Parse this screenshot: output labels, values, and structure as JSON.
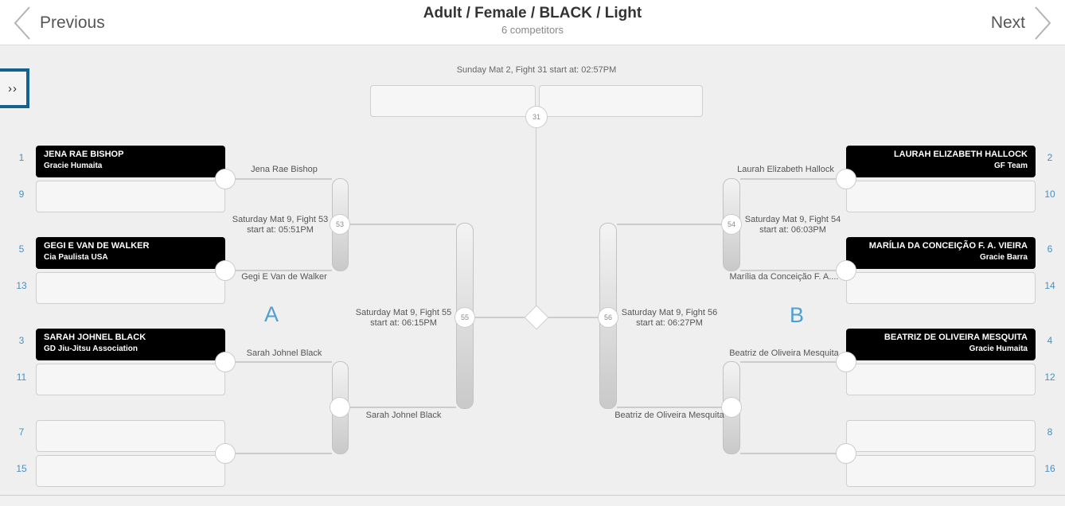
{
  "header": {
    "prev_label": "Previous",
    "next_label": "Next",
    "title": "Adult / Female / BLACK / Light",
    "subtitle": "6 competitors"
  },
  "toggle_icon": "››",
  "final": {
    "schedule": "Sunday Mat 2, Fight 31 start at: 02:57PM",
    "fight_no": "31"
  },
  "sections": {
    "a": "A",
    "b": "B"
  },
  "left": {
    "seeds": [
      "1",
      "9",
      "5",
      "13",
      "3",
      "11",
      "7",
      "15"
    ],
    "competitors": {
      "s1": {
        "name": "JENA RAE BISHOP",
        "team": "Gracie Humaita"
      },
      "s5": {
        "name": "GEGI E VAN DE WALKER",
        "team": "Cia Paulista USA"
      },
      "s3": {
        "name": "SARAH JOHNEL BLACK",
        "team": "GD Jiu-Jitsu Association"
      }
    },
    "fights": {
      "f53": {
        "no": "53",
        "line1": "Saturday Mat 9, Fight 53",
        "line2": "start at: 05:51PM"
      },
      "f55": {
        "no": "55",
        "line1": "Saturday Mat 9, Fight 55",
        "line2": "start at: 06:15PM"
      }
    },
    "advancers": {
      "quarter_top": "Jena Rae Bishop",
      "quarter_bottom": "Gegi E Van de Walker",
      "quarter2_top": "Sarah Johnel Black",
      "semi_bottom": "Sarah Johnel Black"
    }
  },
  "right": {
    "seeds": [
      "2",
      "10",
      "6",
      "14",
      "4",
      "12",
      "8",
      "16"
    ],
    "competitors": {
      "s2": {
        "name": "LAURAH ELIZABETH HALLOCK",
        "team": "GF Team"
      },
      "s6": {
        "name": "MARÍLIA DA CONCEIÇÃO F. A. VIEIRA",
        "team": "Gracie Barra"
      },
      "s4": {
        "name": "BEATRIZ DE OLIVEIRA MESQUITA",
        "team": "Gracie Humaita"
      }
    },
    "fights": {
      "f54": {
        "no": "54",
        "line1": "Saturday Mat 9, Fight 54",
        "line2": "start at: 06:03PM"
      },
      "f56": {
        "no": "56",
        "line1": "Saturday Mat 9, Fight 56",
        "line2": "start at: 06:27PM"
      }
    },
    "advancers": {
      "quarter_top": "Laurah Elizabeth Hallock",
      "quarter_bottom": "Marília da Conceição F. A....",
      "quarter2_top": "Beatriz de Oliveira Mesquita",
      "semi_bottom": "Beatriz de Oliveira Mesquita"
    }
  }
}
